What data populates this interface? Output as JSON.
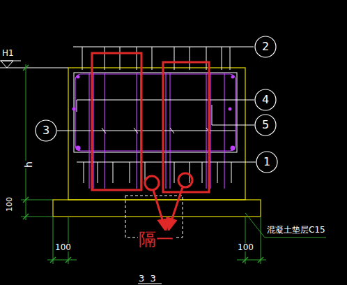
{
  "diagram": {
    "nodes": [
      {
        "text": [
          "2"
        ]
      },
      {
        "text": [
          "4"
        ]
      },
      {
        "text": [
          "3"
        ]
      },
      {
        "text": [
          "5"
        ]
      },
      {
        "text": [
          "1"
        ]
      }
    ],
    "labels": [
      "H1",
      "h",
      "100",
      "100",
      "100",
      "混凝土垫层C15",
      "隔一",
      "3  3"
    ]
  }
}
